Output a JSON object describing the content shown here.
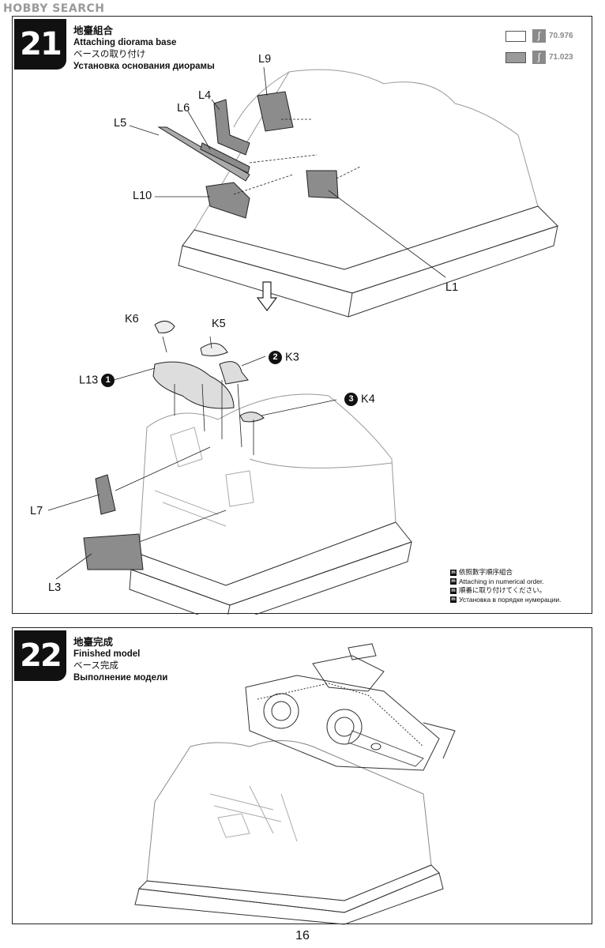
{
  "watermark": "HOBBY SEARCH",
  "step21": {
    "number": "21",
    "title_zh": "地臺組合",
    "title_en": "Attaching diorama base",
    "title_ja": "ベースの取り付け",
    "title_ru": "Установка основания диорамы",
    "paints": [
      {
        "code": "70.976",
        "color": "#ffffff"
      },
      {
        "code": "71.023",
        "color": "#9a9a9a"
      }
    ],
    "labels": {
      "L9": "L9",
      "L4": "L4",
      "L6": "L6",
      "L5": "L5",
      "L10": "L10",
      "L1": "L1",
      "K6": "K6",
      "K5": "K5",
      "K3": "K3",
      "L13": "L13",
      "K4": "K4",
      "L7": "L7",
      "L3": "L3"
    },
    "order": {
      "one": "1",
      "two": "2",
      "three": "3"
    },
    "notes": {
      "icon": "m",
      "zh": "依照數字順序組合",
      "en": "Attaching in numerical order.",
      "ja": "順番に取り付けてください。",
      "ru": "Установка в порядке нумерации."
    }
  },
  "step22": {
    "number": "22",
    "title_zh": "地臺完成",
    "title_en": "Finished model",
    "title_ja": "ベース完成",
    "title_ru": "Выполнение модели"
  },
  "page_number": "16",
  "colors": {
    "part_gray": "#8c8c8c",
    "line": "#222222"
  }
}
